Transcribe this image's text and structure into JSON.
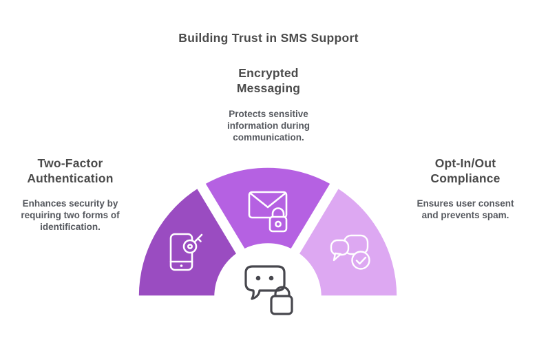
{
  "title": "Building Trust in SMS Support",
  "sections": {
    "encrypted_messaging": {
      "heading": "Encrypted\nMessaging",
      "description": "Protects sensitive\ninformation during\ncommunication."
    },
    "two_factor": {
      "heading": "Two-Factor\nAuthentication",
      "description": "Enhances security by\nrequiring two forms of\nidentification."
    },
    "opt_in_out": {
      "heading": "Opt-In/Out\nCompliance",
      "description": "Ensures user consent\nand prevents spam."
    }
  },
  "diagram": {
    "type": "semicircle-fan",
    "segments": [
      {
        "label": "Two-Factor Authentication",
        "icon": "phone-key-icon",
        "color": "#9a4cc1"
      },
      {
        "label": "Encrypted Messaging",
        "icon": "envelope-lock-icon",
        "color": "#b561e2"
      },
      {
        "label": "Opt-In/Out Compliance",
        "icon": "chat-check-icon",
        "color": "#dda8f2"
      }
    ],
    "hub_icon": "sms-lock-icon",
    "hub_icon_color": "#47474d",
    "outline_color": "#ffffff",
    "background_color": "#ffffff",
    "heading_color": "#4a4a4a",
    "body_color": "#55585e"
  }
}
